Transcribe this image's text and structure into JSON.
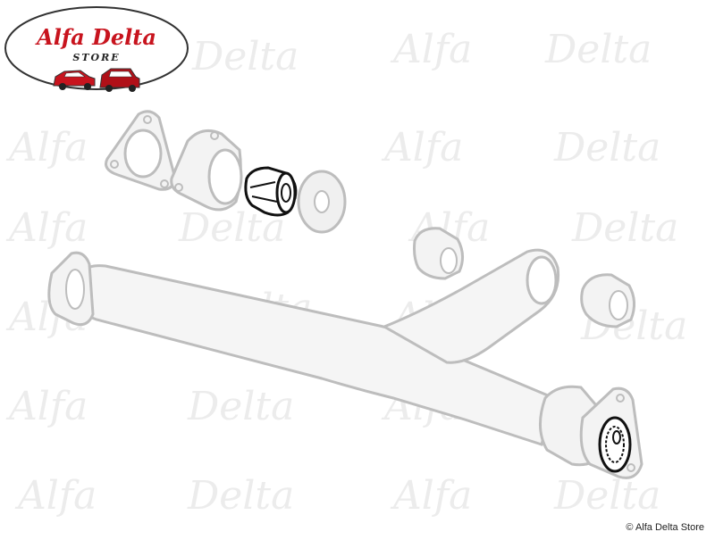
{
  "logo": {
    "brand_text": "Alfa Delta",
    "store_text": "STORE",
    "brand_color": "#c8141e",
    "oval_border_color": "#333333"
  },
  "watermark": {
    "text": "Alfa Delta",
    "color": "#e8e8e8"
  },
  "diagram": {
    "part_color": "#c9c9c9",
    "part_outline_color": "#9a9a9a",
    "highlight_color": "#111111",
    "highlighted_part": "bushing-sleeve"
  },
  "footer": {
    "copyright": "© Alfa Delta Store"
  }
}
